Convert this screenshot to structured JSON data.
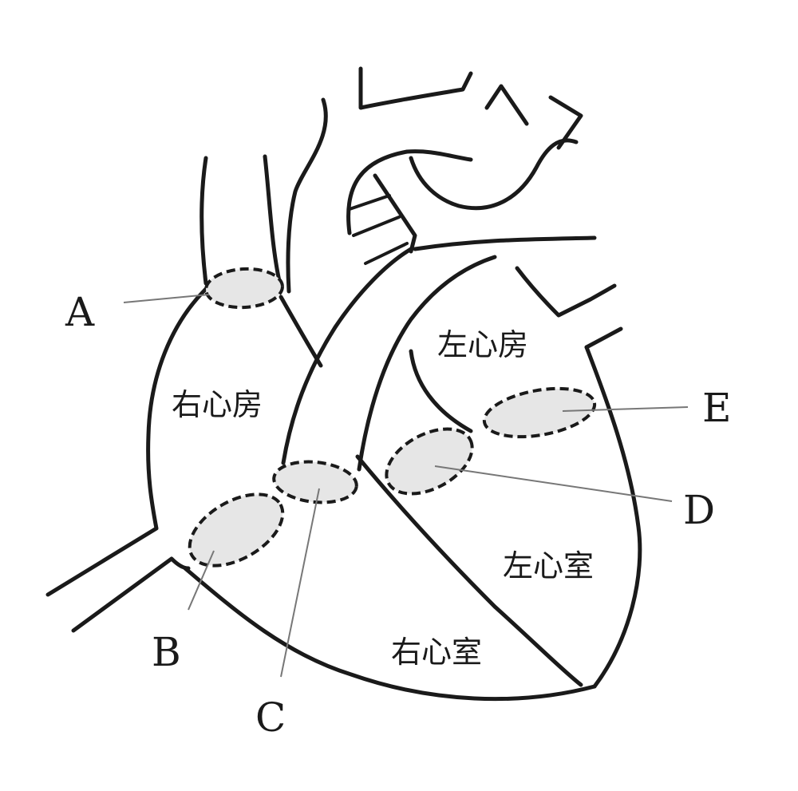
{
  "labels": {
    "A": "A",
    "B": "B",
    "C": "C",
    "D": "D",
    "E": "E"
  },
  "chambers": {
    "right_atrium": "右心房",
    "left_atrium": "左心房",
    "right_ventricle": "右心室",
    "left_ventricle": "左心室"
  }
}
